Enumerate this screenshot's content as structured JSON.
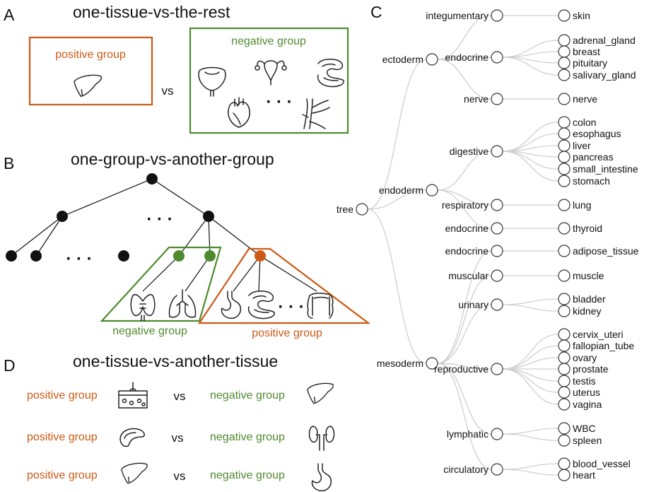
{
  "panelA": {
    "label": "A",
    "title": "one-tissue-vs-the-rest",
    "positive": "positive group",
    "negative": "negative group",
    "vs": "vs",
    "dots": "· · ·"
  },
  "panelB": {
    "label": "B",
    "title": "one-group-vs-another-group",
    "dots": "· · ·",
    "negative": "negative group",
    "positive": "positive group"
  },
  "panelD": {
    "label": "D",
    "title": "one-tissue-vs-another-tissue",
    "rows": [
      {
        "positive": "positive group",
        "vs": "vs",
        "negative": "negative group"
      },
      {
        "positive": "positive group",
        "vs": "vs",
        "negative": "negative group"
      },
      {
        "positive": "positive group",
        "vs": "vs",
        "negative": "negative group"
      }
    ]
  },
  "panelC": {
    "label": "C",
    "root": "tree",
    "level1": [
      {
        "id": "ectoderm",
        "label": "ectoderm"
      },
      {
        "id": "endoderm",
        "label": "endoderm"
      },
      {
        "id": "mesoderm",
        "label": "mesoderm"
      }
    ],
    "systems": [
      {
        "label": "integumentary",
        "parent": "ectoderm",
        "tissues": [
          "skin"
        ]
      },
      {
        "label": "endocrine",
        "parent": "ectoderm",
        "tissues": [
          "adrenal_gland",
          "breast",
          "pituitary",
          "salivary_gland"
        ]
      },
      {
        "label": "nerve",
        "parent": "ectoderm",
        "tissues": [
          "nerve"
        ]
      },
      {
        "label": "digestive",
        "parent": "endoderm",
        "tissues": [
          "colon",
          "esophagus",
          "liver",
          "pancreas",
          "small_intestine",
          "stomach"
        ]
      },
      {
        "label": "respiratory",
        "parent": "endoderm",
        "tissues": [
          "lung"
        ]
      },
      {
        "label": "endocrine",
        "parent": "endoderm",
        "tissues": [
          "thyroid"
        ]
      },
      {
        "label": "endocrine",
        "parent": "mesoderm",
        "tissues": [
          "adipose_tissue"
        ]
      },
      {
        "label": "muscular",
        "parent": "mesoderm",
        "tissues": [
          "muscle"
        ]
      },
      {
        "label": "urinary",
        "parent": "mesoderm",
        "tissues": [
          "bladder",
          "kidney"
        ]
      },
      {
        "label": "reproductive",
        "parent": "mesoderm",
        "tissues": [
          "cervix_uteri",
          "fallopian_tube",
          "ovary",
          "prostate",
          "testis",
          "uterus",
          "vagina"
        ]
      },
      {
        "label": "lymphatic",
        "parent": "mesoderm",
        "tissues": [
          "WBC",
          "spleen"
        ]
      },
      {
        "label": "circulatory",
        "parent": "mesoderm",
        "tissues": [
          "blood_vessel",
          "heart"
        ]
      }
    ]
  },
  "colors": {
    "positive": "#cc5a16",
    "negative": "#4e8a2e",
    "node": "#111111",
    "link": "#cfcfcf"
  }
}
